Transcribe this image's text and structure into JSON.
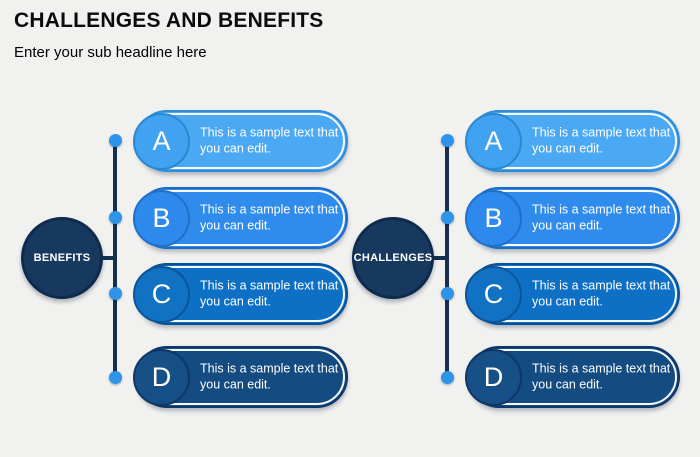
{
  "slide": {
    "title": "CHALLENGES AND BENEFITS",
    "subtitle": "Enter your sub headline here",
    "background_color": "#F1F1EF"
  },
  "groups": [
    {
      "label": "BENEFITS",
      "hub_fill": "#18395F",
      "hub_border": "#0E2B4C",
      "line_color": "#15304F",
      "node_color": "#2F93E9",
      "items": [
        {
          "letter": "A",
          "text": "This is a sample text that you can edit.",
          "fill": "#4BA8F3",
          "border": "#2E8CD8",
          "circle_fill": "#40A2F1",
          "circle_border": "#2A87D2"
        },
        {
          "letter": "B",
          "text": "This is a sample text that you can edit.",
          "fill": "#2F8CEC",
          "border": "#1F6AC2",
          "circle_fill": "#2D89EC",
          "circle_border": "#2070C8"
        },
        {
          "letter": "C",
          "text": "This is a sample text that you can edit.",
          "fill": "#0D70C5",
          "border": "#0A5094",
          "circle_fill": "#1172C4",
          "circle_border": "#0B5497"
        },
        {
          "letter": "D",
          "text": "This is a sample text that you can edit.",
          "fill": "#144B81",
          "border": "#0E3765",
          "circle_fill": "#175086",
          "circle_border": "#0E3765"
        }
      ]
    },
    {
      "label": "CHALLENGES",
      "hub_fill": "#18395F",
      "hub_border": "#0E2B4C",
      "line_color": "#15304F",
      "node_color": "#2F93E9",
      "items": [
        {
          "letter": "A",
          "text": "This is a sample text that you can edit.",
          "fill": "#4BA8F3",
          "border": "#2E8CD8",
          "circle_fill": "#40A2F1",
          "circle_border": "#2A87D2"
        },
        {
          "letter": "B",
          "text": "This is a sample text that you can edit.",
          "fill": "#2F8CEC",
          "border": "#1F6AC2",
          "circle_fill": "#2D89EC",
          "circle_border": "#2070C8"
        },
        {
          "letter": "C",
          "text": "This is a sample text that you can edit.",
          "fill": "#0D70C5",
          "border": "#0A5094",
          "circle_fill": "#1172C4",
          "circle_border": "#0B5497"
        },
        {
          "letter": "D",
          "text": "This is a sample text that you can edit.",
          "fill": "#144B81",
          "border": "#0E3765",
          "circle_fill": "#175086",
          "circle_border": "#0E3765"
        }
      ]
    }
  ]
}
